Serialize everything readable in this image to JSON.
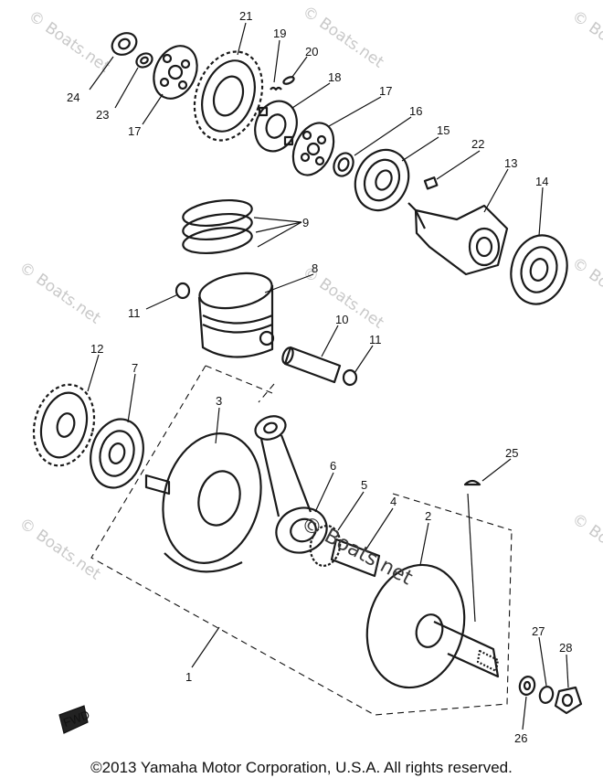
{
  "labels": {
    "l1": "1",
    "l2": "2",
    "l3": "3",
    "l4": "4",
    "l5": "5",
    "l6": "6",
    "l7": "7",
    "l8": "8",
    "l9": "9",
    "l10": "10",
    "l11a": "11",
    "l11b": "11",
    "l12": "12",
    "l13": "13",
    "l14": "14",
    "l15": "15",
    "l16": "16",
    "l17a": "17",
    "l17b": "17",
    "l18": "18",
    "l19": "19",
    "l20": "20",
    "l21": "21",
    "l22": "22",
    "l23": "23",
    "l24": "24",
    "l25": "25",
    "l26": "26",
    "l27": "27",
    "l28": "28"
  },
  "watermark": "© Boats.net",
  "fwd_label": "FWD",
  "copyright": "©2013 Yamaha Motor Corporation, U.S.A. All rights reserved."
}
